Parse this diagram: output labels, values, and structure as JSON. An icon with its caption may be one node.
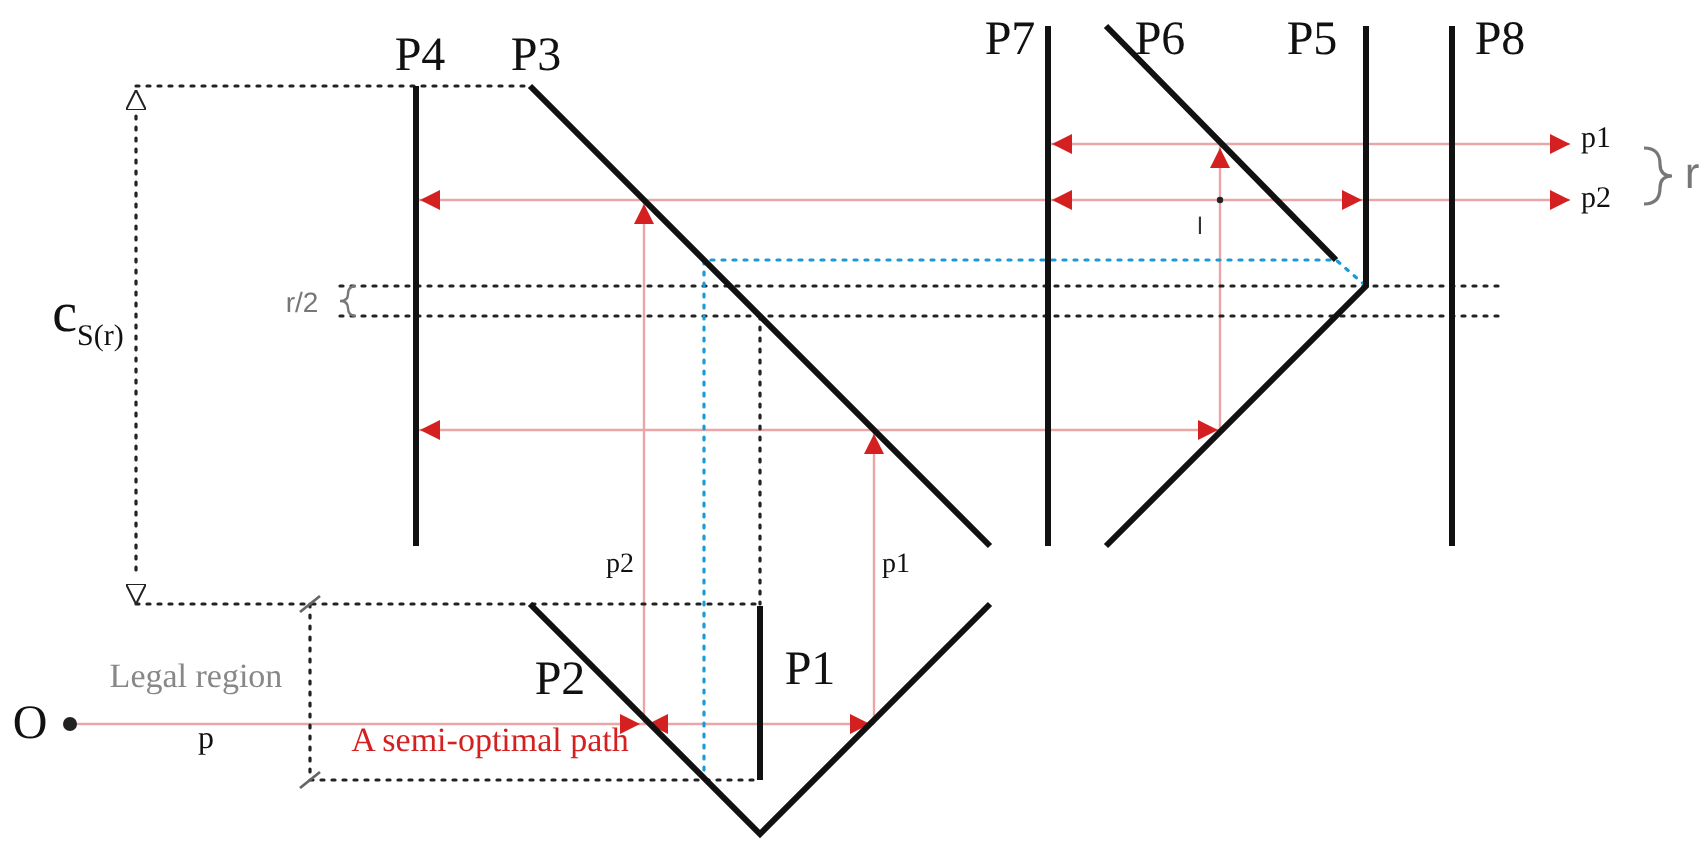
{
  "diagram": {
    "labels": [
      "P4",
      "P3",
      "P7",
      "P6",
      "P5",
      "P8",
      "p1",
      "r",
      "p2",
      "l",
      "r/2",
      "c$_{S(r)}$",
      "p2",
      "p1",
      "Legal region",
      "P2",
      "P1",
      "O",
      "p",
      "A semi-optimal path"
    ]
  }
}
